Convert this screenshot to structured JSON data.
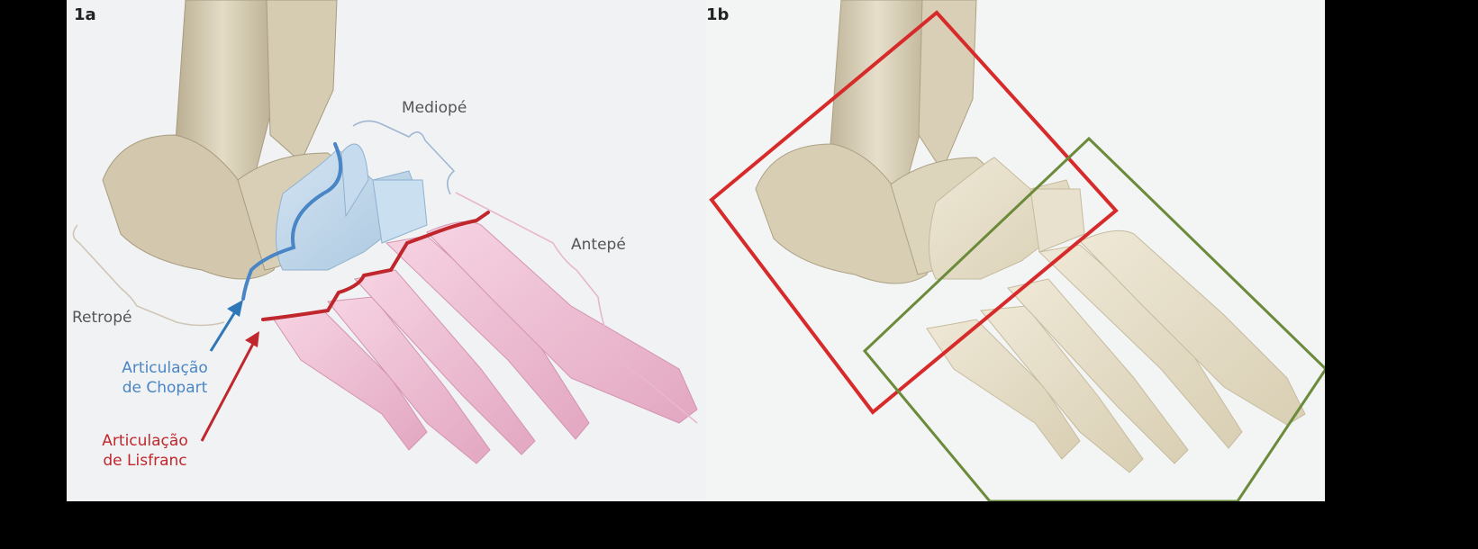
{
  "colors": {
    "chopart": "#4a86c5",
    "lisfranc": "#c0272d",
    "hindfoot_box": "#d72a2a",
    "forefoot_box": "#6b8a3a",
    "bone_beige": "#d8cfb6",
    "bone_pink": "#efbdd3",
    "bone_blue": "#b9d3e8"
  },
  "panel_a": {
    "label": "1a",
    "regions": {
      "mediope": "Mediopé",
      "antepe": "Antepé",
      "retrope": "Retropé"
    },
    "joints": {
      "chopart_line1": "Articulação",
      "chopart_line2": "de Chopart",
      "lisfranc_line1": "Articulação",
      "lisfranc_line2": "de Lisfranc"
    }
  },
  "panel_b": {
    "label": "1b"
  }
}
